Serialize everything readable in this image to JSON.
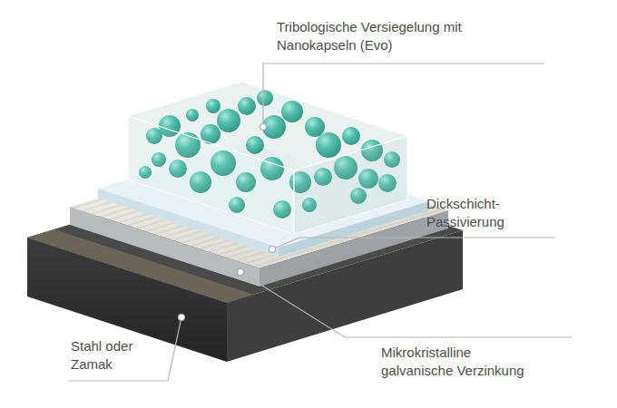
{
  "diagram": {
    "labels": [
      "Tribologische Versiegelung mit Nanokapseln (Evo)",
      "Dickschicht- Passivierung",
      "Stahl oder Zamak",
      "Mikrokristalline galvanische Verzinkung"
    ]
  }
}
